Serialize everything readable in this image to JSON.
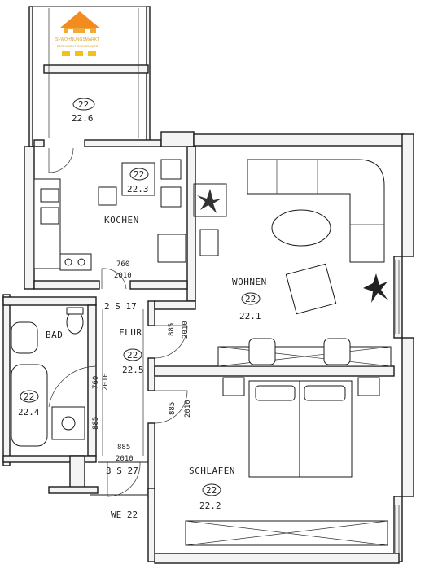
{
  "logo": {
    "brand_line": "SI-WOHNUNGSMARKT",
    "tagline": "DER MARKT IN CHEMNITZ"
  },
  "rooms": {
    "balcony": {
      "circle": "22",
      "number": "22.6"
    },
    "kitchen": {
      "name": "KOCHEN",
      "circle": "22",
      "number": "22.3"
    },
    "living": {
      "name": "WOHNEN",
      "circle": "22",
      "number": "22.1"
    },
    "bath": {
      "name": "BAD",
      "circle": "22",
      "number": "22.4"
    },
    "hall": {
      "name": "FLUR",
      "circle": "22",
      "number": "22.5"
    },
    "bedroom": {
      "name": "SCHLAFEN",
      "circle": "22",
      "number": "22.2"
    }
  },
  "dimensions": {
    "kitchen_door_w": "760",
    "kitchen_door_h": "2010",
    "stair_upper": "2 S 17",
    "living_door_w": "885",
    "living_door_h": "2010",
    "bath_door_w": "760",
    "bath_door_h": "2010",
    "bed_door_w": "885",
    "bed_door_h": "2010",
    "wc_door": "885",
    "entry_door_w": "885",
    "entry_door_h": "2010",
    "stair_lower": "3 S 27"
  },
  "entrance": {
    "label": "WE 22"
  }
}
